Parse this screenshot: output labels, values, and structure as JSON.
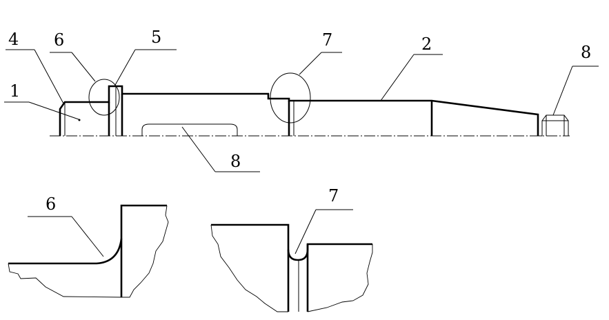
{
  "labels": {
    "l1": "1",
    "l2": "2",
    "l4": "4",
    "l5": "5",
    "l6": "6",
    "l7": "7",
    "l8_right": "8",
    "l8_bottom": "8",
    "detail6": "6",
    "detail7": "7"
  },
  "colors": {
    "line": "#000000",
    "background": "#ffffff"
  }
}
